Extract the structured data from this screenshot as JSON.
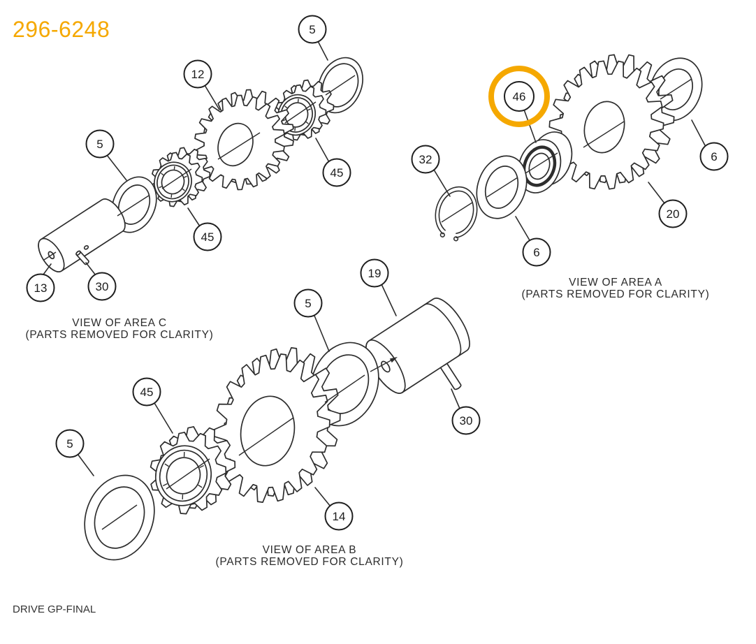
{
  "title": {
    "part_number": "296-6248",
    "color": "#F5A800"
  },
  "footer": {
    "label": "DRIVE GP-FINAL"
  },
  "highlight": {
    "callout": "46",
    "color": "#F5A800"
  },
  "views": [
    {
      "name": "area-c",
      "caption_line1": "VIEW OF AREA C",
      "caption_line2": "(PARTS REMOVED FOR CLARITY)",
      "callouts": [
        {
          "label": "5",
          "highlighted": false
        },
        {
          "label": "12",
          "highlighted": false
        },
        {
          "label": "45",
          "highlighted": false
        },
        {
          "label": "45",
          "highlighted": false
        },
        {
          "label": "5",
          "highlighted": false
        },
        {
          "label": "13",
          "highlighted": false
        },
        {
          "label": "30",
          "highlighted": false
        }
      ]
    },
    {
      "name": "area-a",
      "caption_line1": "VIEW OF AREA A",
      "caption_line2": "(PARTS REMOVED FOR CLARITY)",
      "callouts": [
        {
          "label": "32",
          "highlighted": false
        },
        {
          "label": "46",
          "highlighted": true
        },
        {
          "label": "6",
          "highlighted": false
        },
        {
          "label": "20",
          "highlighted": false
        },
        {
          "label": "6",
          "highlighted": false
        }
      ]
    },
    {
      "name": "area-b",
      "caption_line1": "VIEW OF AREA B",
      "caption_line2": "(PARTS REMOVED FOR CLARITY)",
      "callouts": [
        {
          "label": "5",
          "highlighted": false
        },
        {
          "label": "45",
          "highlighted": false
        },
        {
          "label": "14",
          "highlighted": false
        },
        {
          "label": "5",
          "highlighted": false
        },
        {
          "label": "19",
          "highlighted": false
        },
        {
          "label": "30",
          "highlighted": false
        }
      ]
    }
  ]
}
